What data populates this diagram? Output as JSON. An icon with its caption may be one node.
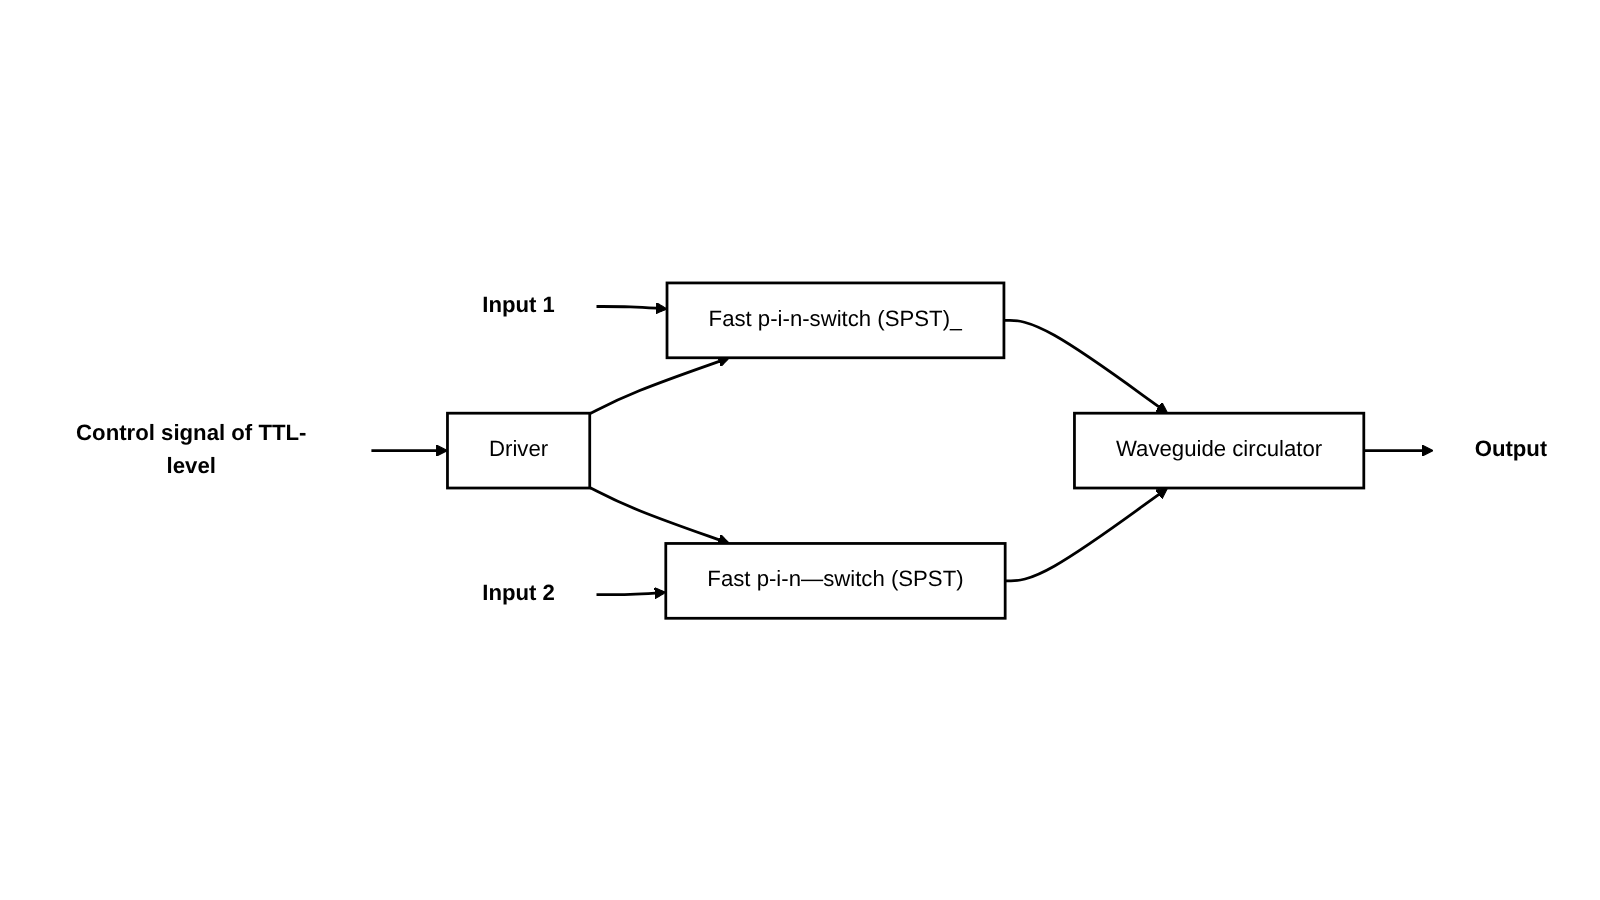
{
  "diagram": {
    "nodes": [
      {
        "text": [
          "Input 1"
        ]
      },
      {
        "text": [
          "Fast p-i-n-switch (SPST)_"
        ]
      },
      {
        "text": [
          "Waveguide circulator"
        ]
      },
      {
        "text": [
          "Output"
        ]
      },
      {
        "text": [
          "Driver"
        ]
      },
      {
        "text": [
          "Fast p-i-n—switch (SPST)"
        ]
      },
      {
        "text": [
          "Input 2"
        ]
      },
      {
        "text": [
          "Control signal of TTL-level"
        ]
      }
    ],
    "edges": [
      {
        "from": 0,
        "to": 1,
        "arrow": "to"
      },
      {
        "from": 1,
        "to": 2,
        "arrow": "to"
      },
      {
        "from": 2,
        "to": 3,
        "arrow": "to"
      },
      {
        "from": 4,
        "to": 1,
        "arrow": "to"
      },
      {
        "from": 4,
        "to": 5,
        "arrow": "to"
      },
      {
        "from": 5,
        "to": 2,
        "arrow": "to"
      },
      {
        "from": 6,
        "to": 5,
        "arrow": "to"
      },
      {
        "from": 7,
        "to": 4,
        "arrow": "to"
      }
    ]
  }
}
